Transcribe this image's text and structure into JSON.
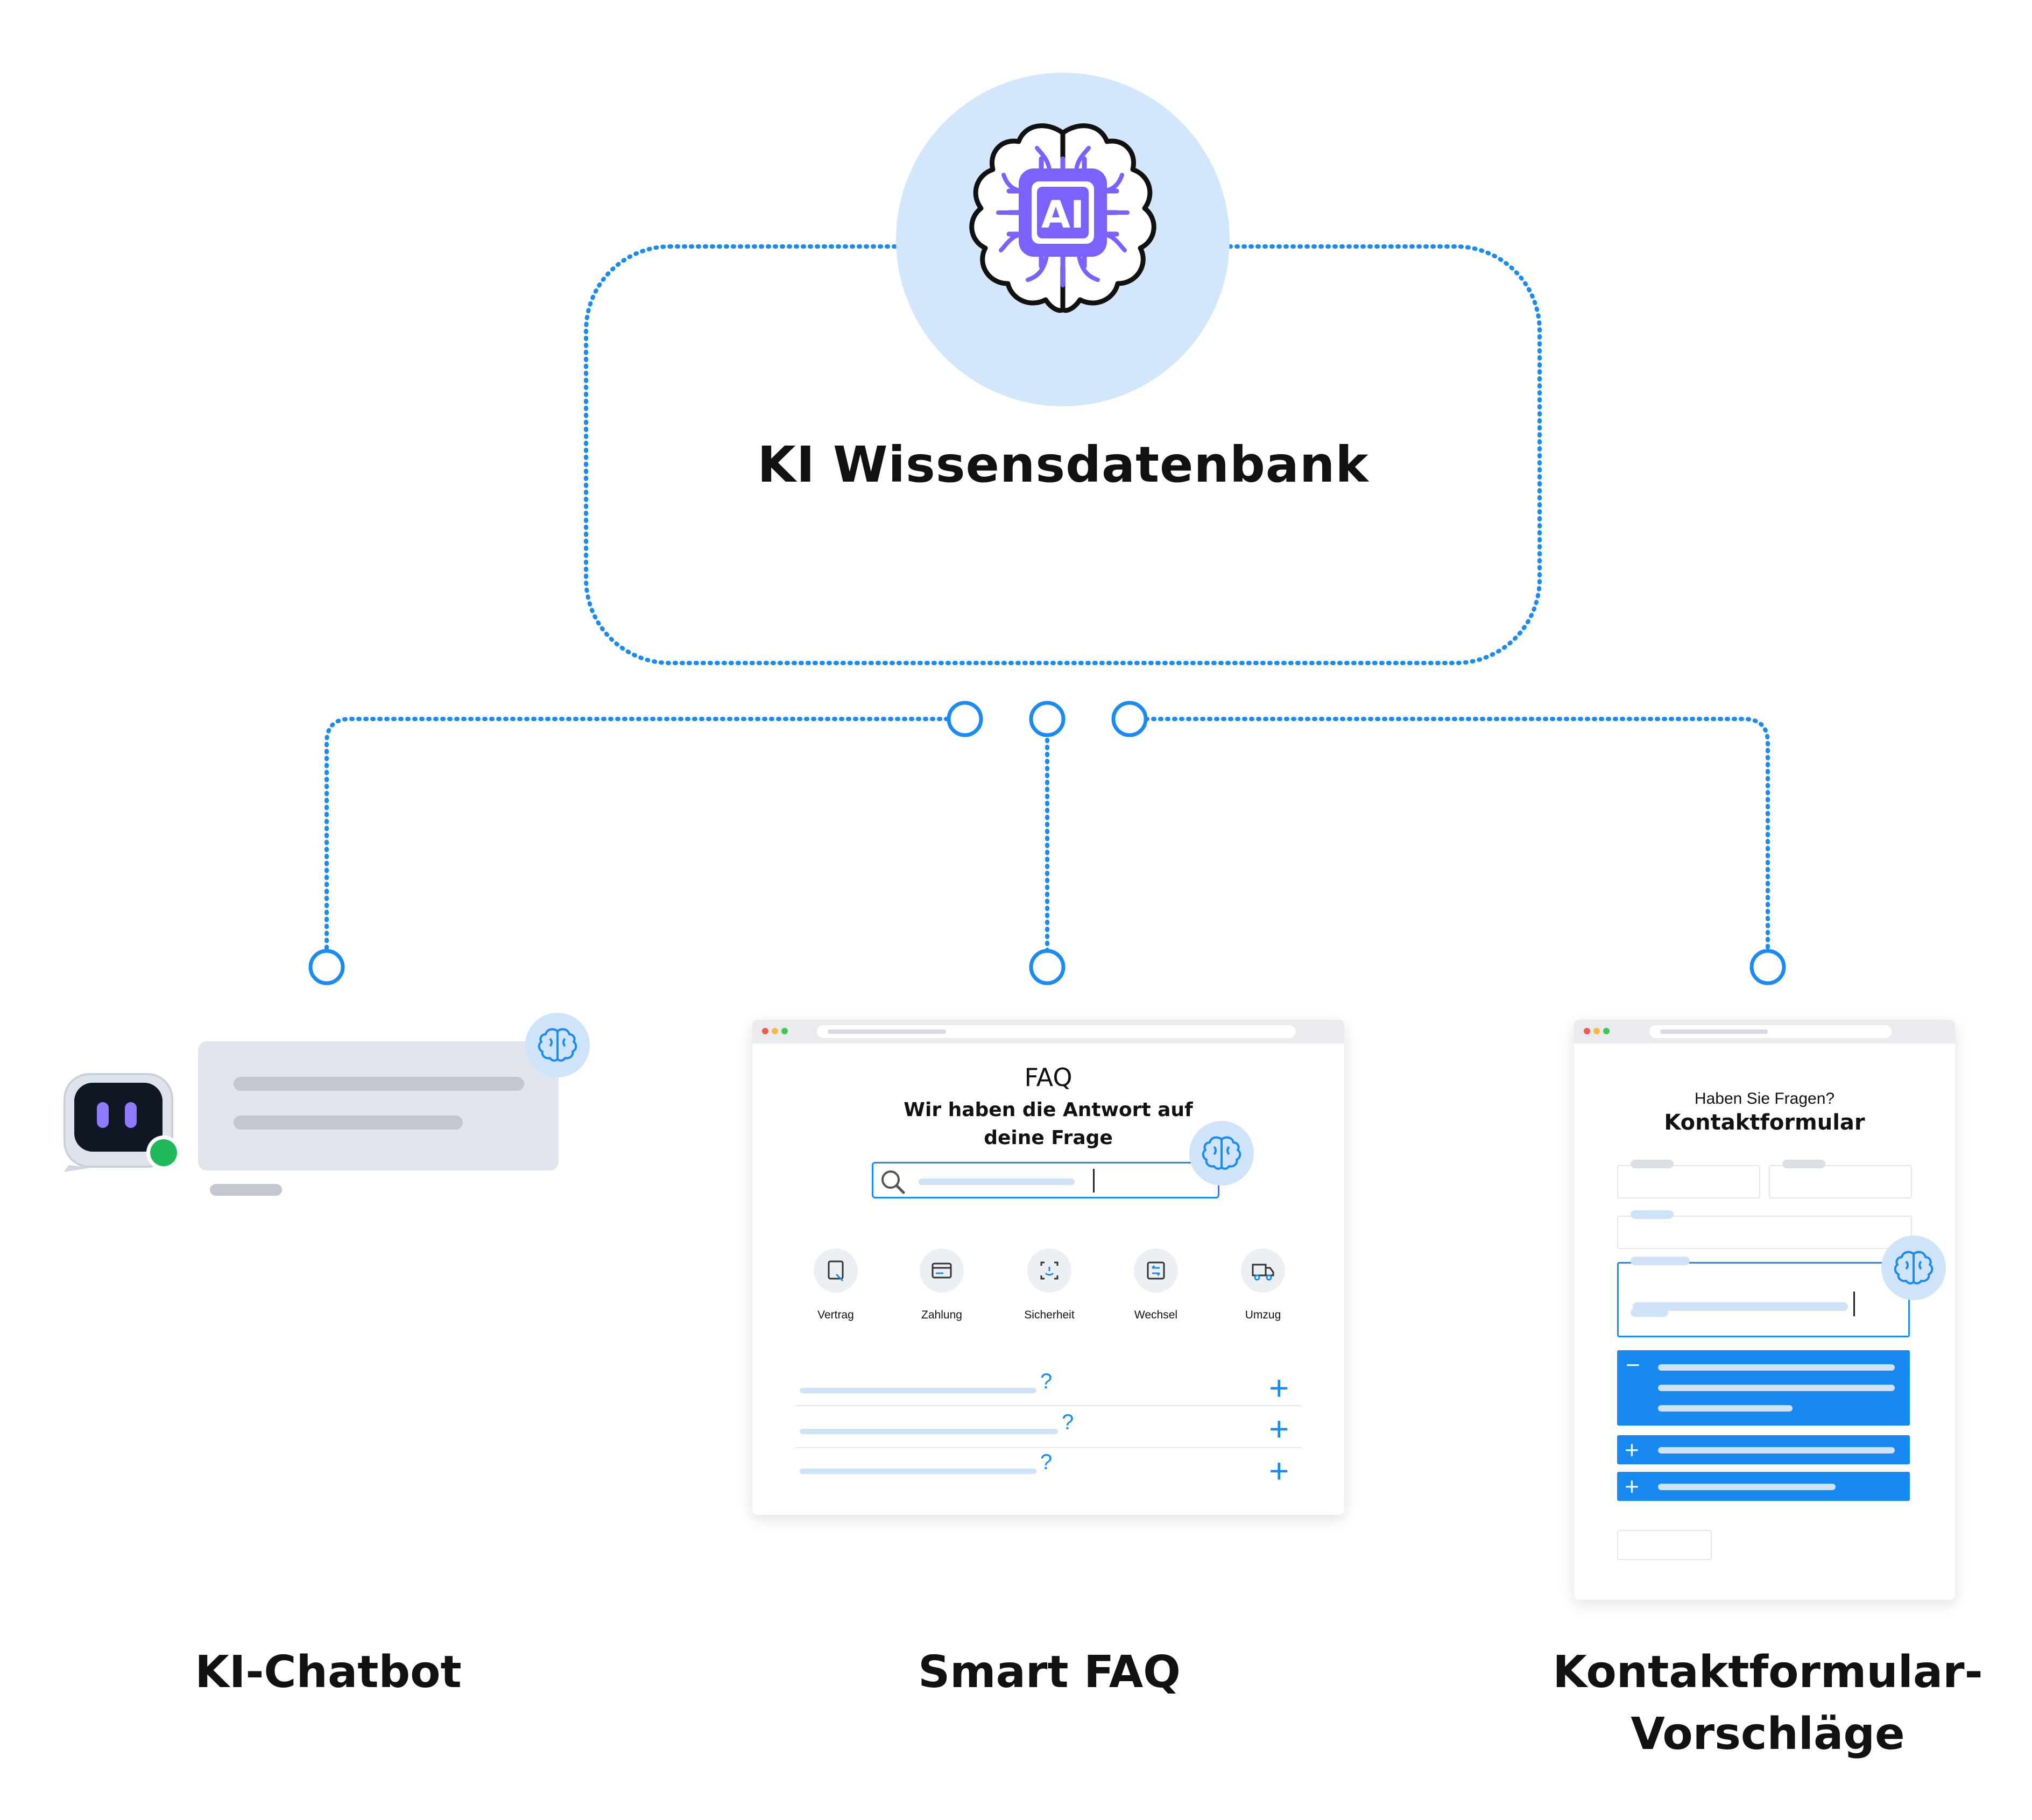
{
  "hub": {
    "title": "KI Wissensdatenbank",
    "icon": "brain-ai-chip-icon",
    "chip_text": "AI"
  },
  "colors": {
    "accent": "#1a8bf2",
    "hub_bg": "#d3e7fc",
    "chip": "#7b61ff",
    "bubble": "#e1e5ed"
  },
  "channels": [
    {
      "label": "KI-Chatbot"
    },
    {
      "label": "Smart FAQ"
    },
    {
      "label_line1": "Kontaktformular-",
      "label_line2": "Vorschläge"
    }
  ],
  "faq": {
    "title": "FAQ",
    "subtitle_line1": "Wir haben die Antwort auf",
    "subtitle_line2": "deine Frage",
    "categories": [
      {
        "label": "Vertrag",
        "icon": "contract-icon"
      },
      {
        "label": "Zahlung",
        "icon": "payment-card-icon"
      },
      {
        "label": "Sicherheit",
        "icon": "face-id-icon"
      },
      {
        "label": "Wechsel",
        "icon": "switch-icon"
      },
      {
        "label": "Umzug",
        "icon": "moving-truck-icon"
      }
    ],
    "question_mark": "?",
    "expand_symbol": "+"
  },
  "form": {
    "eyebrow": "Haben Sie Fragen?",
    "title": "Kontaktformular",
    "collapse_symbol": "−",
    "expand_symbol": "+"
  }
}
